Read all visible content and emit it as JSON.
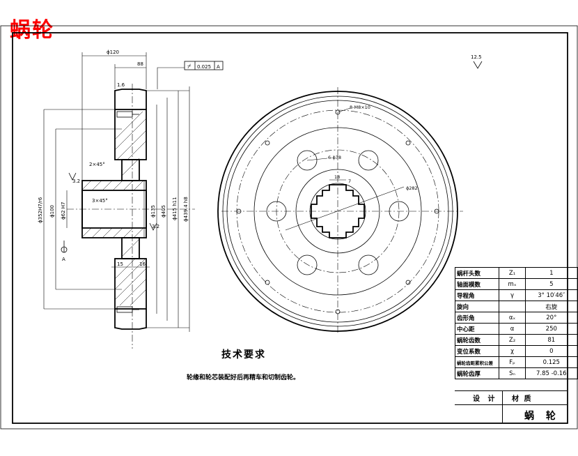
{
  "page": {
    "title": "蜗轮"
  },
  "technical_requirements": {
    "heading": "技术要求",
    "note": "轮缘和轮芯装配好后再精车和切制齿轮。"
  },
  "dimensions": {
    "d_top": "ϕ120",
    "d_flange": "88",
    "chamfer_1": "1.6",
    "tolerance_frame_symbol": "⌿",
    "tolerance_frame_value": "0.025",
    "tolerance_frame_datum": "A",
    "chamfer_2x45": "2×45°",
    "chamfer_3x45": "3×45°",
    "d_bore": "ϕ62 H7",
    "d_hub": "ϕ100",
    "d_root": "ϕ352H7/r6",
    "d_135": "ϕ135",
    "d_flange2": "ϕ405",
    "d_outer1": "ϕ415 h11",
    "d_outer2": "ϕ439.4 h8",
    "ra_left": "3.2",
    "ra_right": "3.2",
    "datum_a": "A",
    "w_15": "15",
    "w_16": "16",
    "surface_finish": "12.5",
    "holes_bolt": "8-M8×10",
    "holes_lighten": "6-ϕ38",
    "key_width": "18",
    "key_depth": "7",
    "pcd": "ϕ282"
  },
  "parameter_table": [
    {
      "name": "蜗杆头数",
      "symbol": "Z₁",
      "value": "1"
    },
    {
      "name": "轴面模数",
      "symbol": "mₓ",
      "value": "5"
    },
    {
      "name": "导程角",
      "symbol": "γ",
      "value": "3° 10′46″"
    },
    {
      "name": "旋向",
      "symbol": "",
      "value": "右旋"
    },
    {
      "name": "齿形角",
      "symbol": "αₓ",
      "value": "20°"
    },
    {
      "name": "中心距",
      "symbol": "α",
      "value": "250"
    },
    {
      "name": "蜗轮齿数",
      "symbol": "Z₂",
      "value": "81"
    },
    {
      "name": "变位系数",
      "symbol": "χ",
      "value": "0"
    },
    {
      "name": "蜗轮齿距累积公差",
      "symbol": "Fₚ",
      "value": "0.125"
    },
    {
      "name": "蜗轮齿厚",
      "symbol": "Sₙ",
      "value": "7.85 -0.16"
    }
  ],
  "title_block": {
    "design_label": "设 计",
    "material_label": "材 质",
    "part_name": "蜗 轮"
  }
}
